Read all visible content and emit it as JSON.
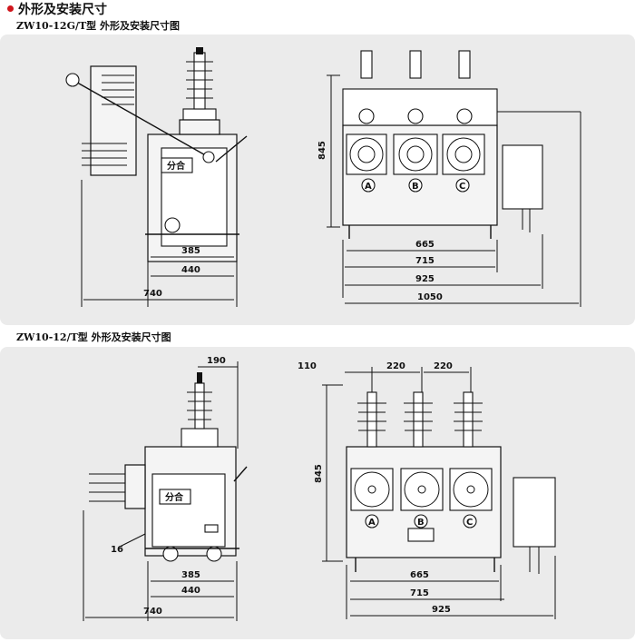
{
  "header": {
    "title": "外形及安装尺寸"
  },
  "section1": {
    "title": "ZW10-12G/T型 外形及安装尺寸图",
    "switch_label": "分合",
    "phases": [
      "A",
      "B",
      "C"
    ],
    "dims": {
      "d385": "385",
      "d440": "440",
      "d740": "740",
      "d845": "845",
      "d665": "665",
      "d715": "715",
      "d925": "925",
      "d1050": "1050"
    }
  },
  "section2": {
    "title": "ZW10-12/T型 外形及安装尺寸图",
    "switch_label": "分合",
    "phases": [
      "A",
      "B",
      "C"
    ],
    "dims": {
      "d190": "190",
      "d110": "110",
      "d220a": "220",
      "d220b": "220",
      "d16": "16",
      "d385": "385",
      "d440": "440",
      "d740": "740",
      "d845": "845",
      "d665": "665",
      "d715": "715",
      "d925": "925"
    }
  }
}
